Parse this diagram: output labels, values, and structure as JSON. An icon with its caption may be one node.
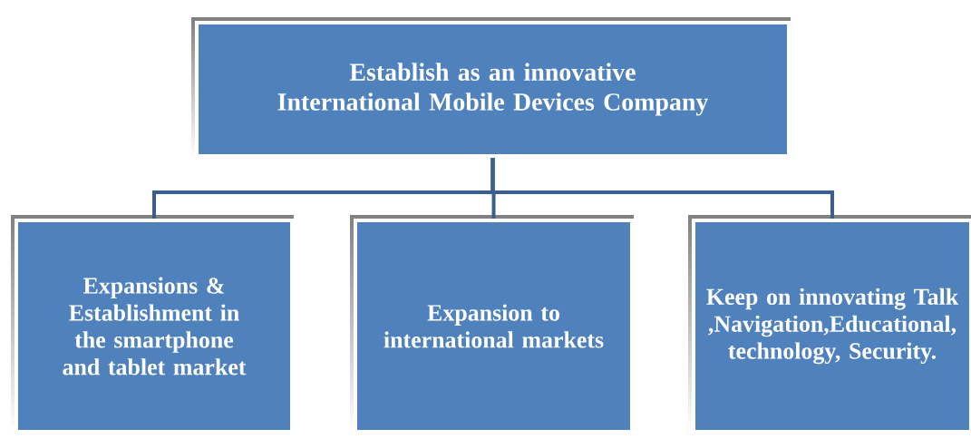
{
  "diagram": {
    "nodes": [
      {
        "text": [
          "Establish as an innovative International Mobile Devices Company"
        ]
      },
      {
        "text": [
          "Expansions & Establishment in the smartphone and tablet market"
        ]
      },
      {
        "text": [
          "Expansion to international markets"
        ]
      },
      {
        "text": [
          "Keep on innovating Talk ,Navigation,Educational,technology, Security."
        ]
      }
    ],
    "edges": [
      {
        "from": 0,
        "to": 1,
        "arrow": "none"
      },
      {
        "from": 0,
        "to": 2,
        "arrow": "none"
      },
      {
        "from": 0,
        "to": 3,
        "arrow": "none"
      }
    ]
  }
}
